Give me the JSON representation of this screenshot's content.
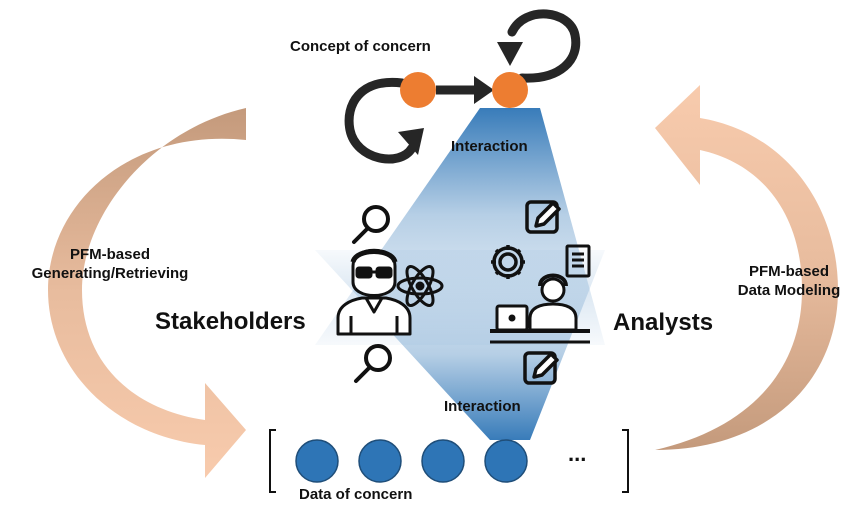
{
  "nodes": {
    "concept_title": "Concept of concern",
    "data_title": "Data of concern",
    "data_ellipsis": "...",
    "data_count": 4
  },
  "actors": {
    "left": "Stakeholders",
    "right": "Analysts"
  },
  "interactions": {
    "top": "Interaction",
    "bottom": "Interaction"
  },
  "flows": {
    "left_line1": "PFM-based",
    "left_line2": "Generating/Retrieving",
    "right_line1": "PFM-based",
    "right_line2": "Data Modeling"
  },
  "colors": {
    "concept_node": "#ED7D31",
    "data_node": "#2E75B6",
    "beam": "#2E75B6",
    "arrow_light": "#F8CBAD",
    "arrow_dark": "#C49A7C",
    "cycle_arrow": "#262626"
  },
  "icons": [
    "magnifier-icon",
    "scientist-icon",
    "atom-icon",
    "edit-icon",
    "gear-icon",
    "document-icon",
    "analyst-at-desk-icon"
  ]
}
